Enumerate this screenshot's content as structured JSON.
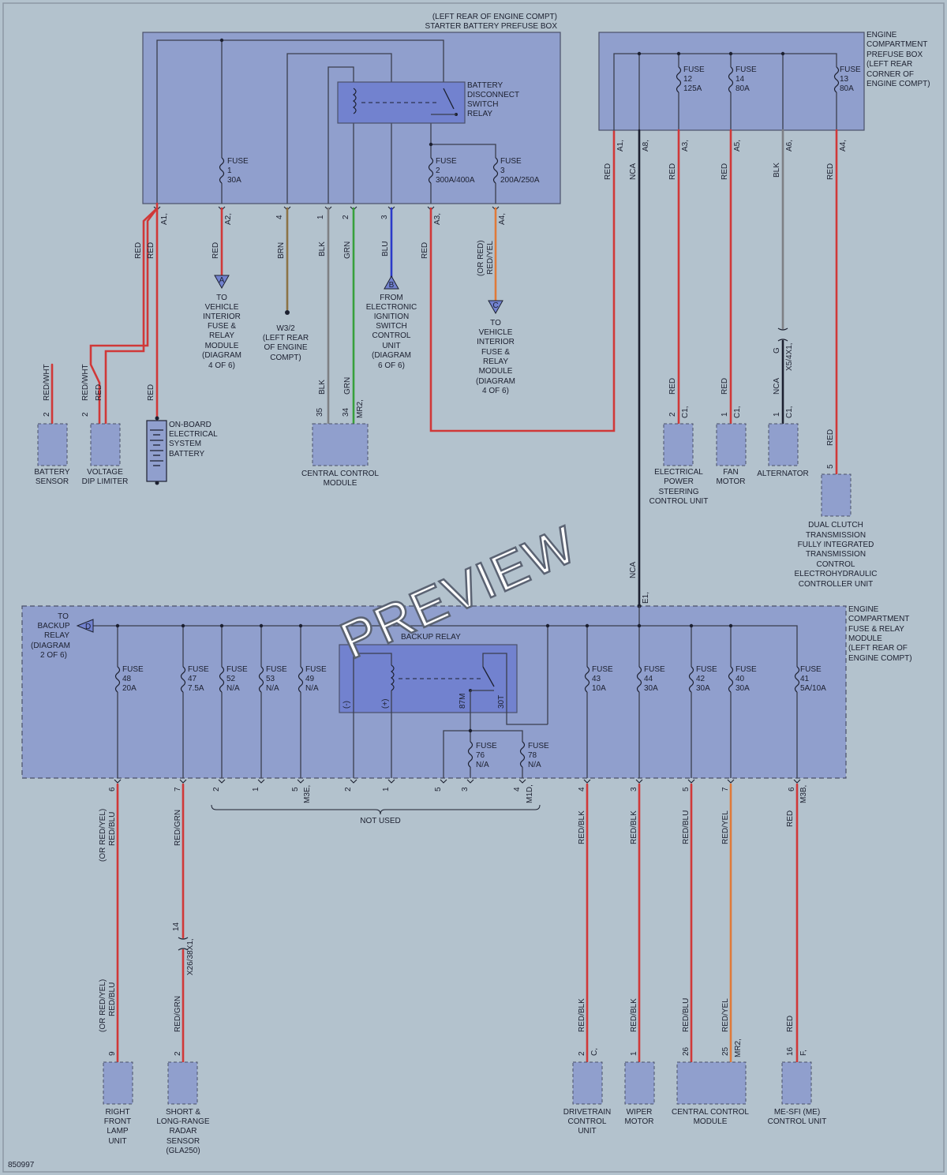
{
  "colors": {
    "background": "#b3c2cd",
    "module_fill": "#909fcd",
    "relay_fill": "#7282cf",
    "red": "#d03838",
    "gray": "#7e8084",
    "black": "#1c2030",
    "brown": "#8c7346",
    "green": "#37a03c",
    "blue": "#2b3ac9",
    "orange": "#e07a3a"
  },
  "boxes": {
    "starter": [
      "(LEFT REAR OF ENGINE COMPT)",
      "STARTER BATTERY PREFUSE BOX"
    ],
    "engine_prefuse": [
      "ENGINE",
      "COMPARTMENT",
      "PREFUSE BOX",
      "(LEFT REAR",
      "CORNER OF",
      "ENGINE COMPT)"
    ],
    "sam": [
      "ENGINE",
      "COMPARTMENT",
      "FUSE & RELAY",
      "MODULE",
      "(LEFT REAR OF",
      "ENGINE COMPT)"
    ]
  },
  "relays": {
    "battery_disconnect": [
      "BATTERY",
      "DISCONNECT",
      "SWITCH",
      "RELAY"
    ],
    "backup": "BACKUP RELAY",
    "backup_pins": [
      "(-)",
      "(+)",
      "87M",
      "30T"
    ]
  },
  "fuses": {
    "f1": [
      "FUSE",
      "1",
      "30A"
    ],
    "f2": [
      "FUSE",
      "2",
      "300A/400A"
    ],
    "f3": [
      "FUSE",
      "3",
      "200A/250A"
    ],
    "f12": [
      "FUSE",
      "12",
      "125A"
    ],
    "f14": [
      "FUSE",
      "14",
      "80A"
    ],
    "f13": [
      "FUSE",
      "13",
      "80A"
    ],
    "f48": [
      "FUSE",
      "48",
      "20A"
    ],
    "f47": [
      "FUSE",
      "47",
      "7.5A"
    ],
    "f52": [
      "FUSE",
      "52",
      "N/A"
    ],
    "f53": [
      "FUSE",
      "53",
      "N/A"
    ],
    "f49": [
      "FUSE",
      "49",
      "N/A"
    ],
    "f43": [
      "FUSE",
      "43",
      "10A"
    ],
    "f44": [
      "FUSE",
      "44",
      "30A"
    ],
    "f42": [
      "FUSE",
      "42",
      "30A"
    ],
    "f40": [
      "FUSE",
      "40",
      "30A"
    ],
    "f41": [
      "FUSE",
      "41",
      "5A/10A"
    ],
    "f76": [
      "FUSE",
      "76",
      "N/A"
    ],
    "f78": [
      "FUSE",
      "78",
      "N/A"
    ]
  },
  "connectors": {
    "a1": "A1,",
    "a2": "A2,",
    "a3": "A3,",
    "a4": "A4,",
    "n4": "4",
    "n1": "1",
    "n2": "2",
    "n3": "3",
    "pa1": "A1,",
    "pa8": "A8,",
    "pa3": "A3,",
    "pa5": "A5,",
    "pa6": "A6,",
    "pa4": "A4,",
    "e1": "E1,",
    "x5": "X5/4X1,",
    "g": "G",
    "x26": "X26/38X1,",
    "x26pin": "14",
    "s6": "6",
    "s7": "7",
    "s2a": "2",
    "s1a": "1",
    "s5a": "5",
    "m3e": "M3E,",
    "s2b": "2",
    "s1b": "1",
    "s5b": "5",
    "s3b": "3",
    "s4b": "4",
    "m1d": "M1D,",
    "s4c": "4",
    "s3c": "3",
    "s5c": "5",
    "s7c": "7",
    "s6c": "6",
    "m3b": "M3B,"
  },
  "wires": {
    "red": "RED",
    "red_wht": "RED/WHT",
    "brn": "BRN",
    "blk": "BLK",
    "grn": "GRN",
    "blu": "BLU",
    "or_red": "(OR RED)",
    "red_yel": "RED/YEL",
    "nca": "NCA",
    "or_red_yel": "(OR RED/YEL)",
    "red_blu": "RED/BLU",
    "red_grn": "RED/GRN",
    "red_blk": "RED/BLK"
  },
  "refs": {
    "a": "A",
    "b": "B",
    "c": "C",
    "d": "D",
    "to_vifrm": [
      "TO",
      "VEHICLE",
      "INTERIOR",
      "FUSE &",
      "RELAY",
      "MODULE",
      "(DIAGRAM",
      "4 OF 6)"
    ],
    "ground": [
      "W3/2",
      "(LEFT REAR",
      "OF ENGINE",
      "COMPT)"
    ],
    "from_eis": [
      "FROM",
      "ELECTRONIC",
      "IGNITION",
      "SWITCH",
      "CONTROL",
      "UNIT",
      "(DIAGRAM",
      "6 OF 6)"
    ],
    "to_vifrm_c": [
      "TO",
      "VEHICLE",
      "INTERIOR",
      "FUSE &",
      "RELAY",
      "MODULE",
      "(DIAGRAM",
      "4 OF 6)"
    ],
    "to_backup": [
      "TO",
      "BACKUP",
      "RELAY",
      "(DIAGRAM",
      "2 OF 6)"
    ]
  },
  "components": {
    "battery_sensor": [
      "BATTERY",
      "SENSOR"
    ],
    "voltage_dip": [
      "VOLTAGE",
      "DIP LIMITER"
    ],
    "onboard_battery": [
      "ON-BOARD",
      "ELECTRICAL",
      "SYSTEM",
      "BATTERY"
    ],
    "ccm_top": [
      "CENTRAL CONTROL",
      "MODULE"
    ],
    "eps": [
      "ELECTRICAL",
      "POWER",
      "STEERING",
      "CONTROL UNIT"
    ],
    "fan": [
      "FAN",
      "MOTOR"
    ],
    "alternator": [
      "ALTERNATOR"
    ],
    "dct": [
      "DUAL CLUTCH",
      "TRANSMISSION",
      "FULLY INTEGRATED",
      "TRANSMISSION",
      "CONTROL",
      "ELECTROHYDRAULIC",
      "CONTROLLER UNIT"
    ],
    "right_lamp": [
      "RIGHT",
      "FRONT",
      "LAMP",
      "UNIT"
    ],
    "radar": [
      "SHORT &",
      "LONG-RANGE",
      "RADAR",
      "SENSOR",
      "(GLA250)"
    ],
    "drivetrain": [
      "DRIVETRAIN",
      "CONTROL",
      "UNIT"
    ],
    "wiper": [
      "WIPER",
      "MOTOR"
    ],
    "ccm_bottom": [
      "CENTRAL CONTROL",
      "MODULE"
    ],
    "mesfi": [
      "ME-SFI (ME)",
      "CONTROL UNIT"
    ]
  },
  "pins": {
    "bs": "2",
    "vd": "2",
    "ccm35": "35",
    "ccm34": "34",
    "mr2": "MR2,",
    "eps": "2",
    "c1": "C1,",
    "fan": "1",
    "fanc1": "C1,",
    "alt": "1",
    "altc1": "C1,",
    "dct": "5",
    "rfl": "9",
    "radar": "2",
    "dt": "2",
    "dtc": "C,",
    "wiper": "1",
    "c26": "26",
    "c25": "25",
    "cmr2": "MR2,",
    "me": "16",
    "mef": "F,"
  },
  "labels": {
    "not_used": "NOT USED",
    "diagram_id": "850997",
    "watermark": "PREVIEW"
  }
}
